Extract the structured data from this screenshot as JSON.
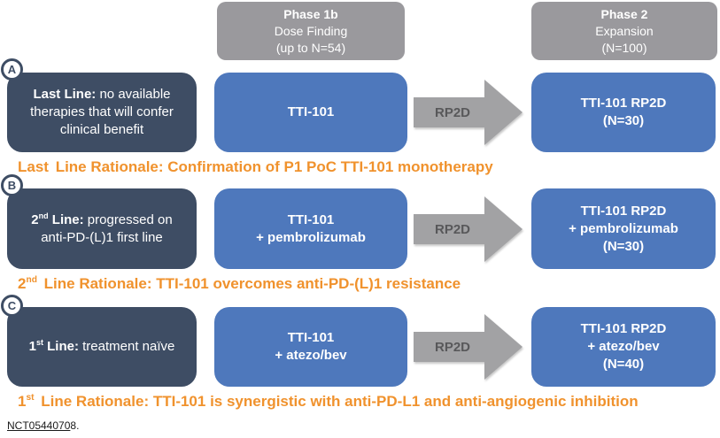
{
  "headers": {
    "phase1": {
      "title": "Phase 1b",
      "subtitle": "Dose Finding",
      "n": "(up to N=54)"
    },
    "phase2": {
      "title": "Phase 2",
      "subtitle": "Expansion",
      "n": "(N=100)"
    }
  },
  "rows": [
    {
      "letter": "A",
      "criteria": {
        "num": "Last",
        "sup": "",
        "label": " Line:",
        "text": " no available therapies that will confer clinical benefit"
      },
      "phase1_lines": [
        "TTI-101"
      ],
      "arrow_label": "RP2D",
      "phase2_lines": [
        "TTI-101 RP2D",
        "(N=30)"
      ],
      "rationale": {
        "num": "Last",
        "sup": "",
        "text": " Line Rationale: Confirmation of P1 PoC TTI-101 monotherapy"
      }
    },
    {
      "letter": "B",
      "criteria": {
        "num": "2",
        "sup": "nd",
        "label": " Line:",
        "text": " progressed on anti-PD-(L)1 first line"
      },
      "phase1_lines": [
        "TTI-101",
        "+ pembrolizumab"
      ],
      "arrow_label": "RP2D",
      "phase2_lines": [
        "TTI-101 RP2D",
        "+ pembrolizumab",
        "(N=30)"
      ],
      "rationale": {
        "num": "2",
        "sup": "nd",
        "text": " Line Rationale: TTI-101 overcomes anti-PD-(L)1 resistance"
      }
    },
    {
      "letter": "C",
      "criteria": {
        "num": "1",
        "sup": "st",
        "label": " Line:",
        "text": " treatment naïve"
      },
      "phase1_lines": [
        "TTI-101",
        "+ atezo/bev"
      ],
      "arrow_label": "RP2D",
      "phase2_lines": [
        "TTI-101 RP2D",
        "+ atezo/bev",
        "(N=40)"
      ],
      "rationale": {
        "num": "1",
        "sup": "st",
        "text": " Line Rationale: TTI-101 is synergistic with anti-PD-L1 and anti-angiogenic inhibition"
      }
    }
  ],
  "footer": {
    "nct_link": "NCT0544070",
    "nct_tail": "8."
  },
  "colors": {
    "dark_box": "#3e4d64",
    "blue_box": "#4e78bc",
    "header_gray": "#9a999d",
    "arrow_gray": "#a2a2a4",
    "rationale_orange": "#f0922d",
    "text_white": "#ffffff"
  }
}
